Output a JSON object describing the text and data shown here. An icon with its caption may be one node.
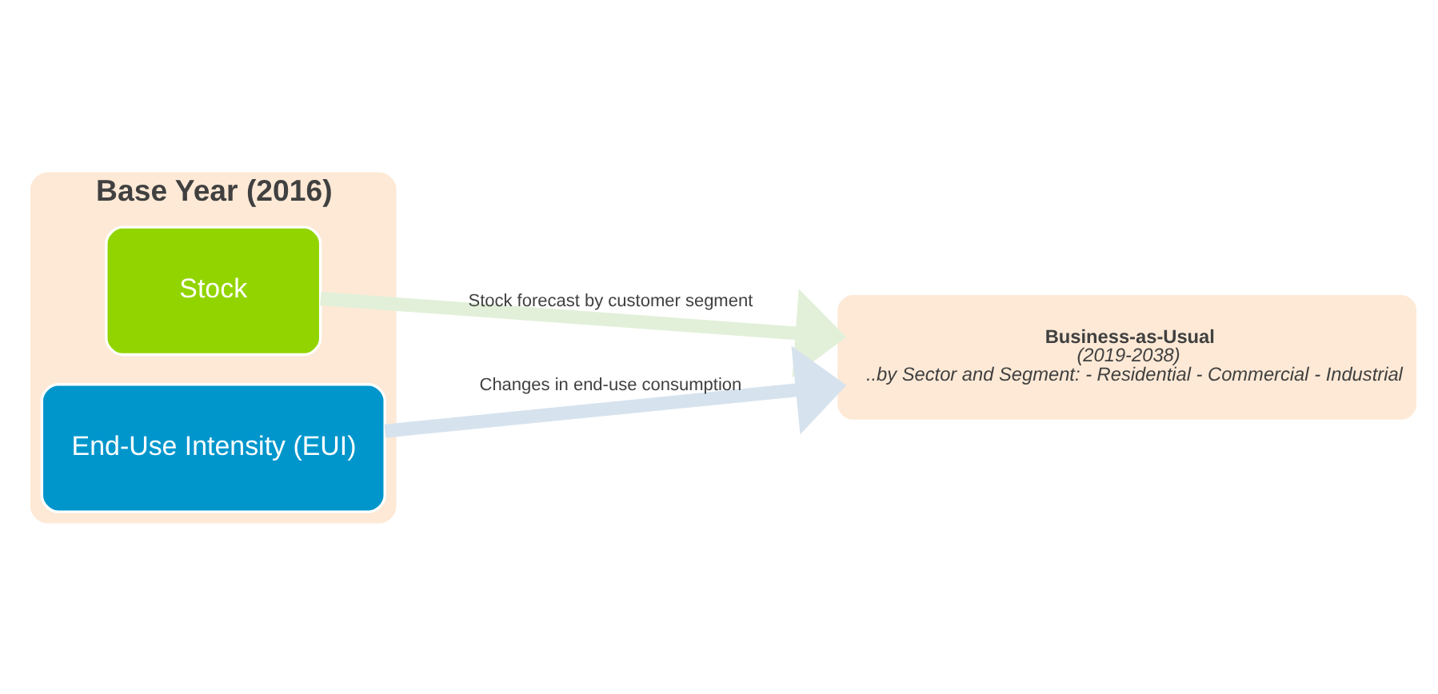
{
  "diagram": {
    "nodes": [
      {
        "text": [
          "Base Year (2016)"
        ]
      },
      {
        "text": [
          "Stock"
        ],
        "in": 0
      },
      {
        "text": [
          "End-Use Intensity (EUI)"
        ],
        "in": 0
      },
      {
        "text": [
          "Business-as-Usual",
          "(2019-2038)",
          "..by Sector and Segment: - Residential - Commercial - Industrial"
        ]
      }
    ],
    "edges": [
      {
        "from": 1,
        "to": 3,
        "arrow": "to",
        "label": "Stock forecast by customer segment",
        "color": "#e2f0d9"
      },
      {
        "from": 2,
        "to": 3,
        "arrow": "to",
        "label": "Changes in end-use consumption",
        "color": "#d6e3ee"
      }
    ]
  }
}
